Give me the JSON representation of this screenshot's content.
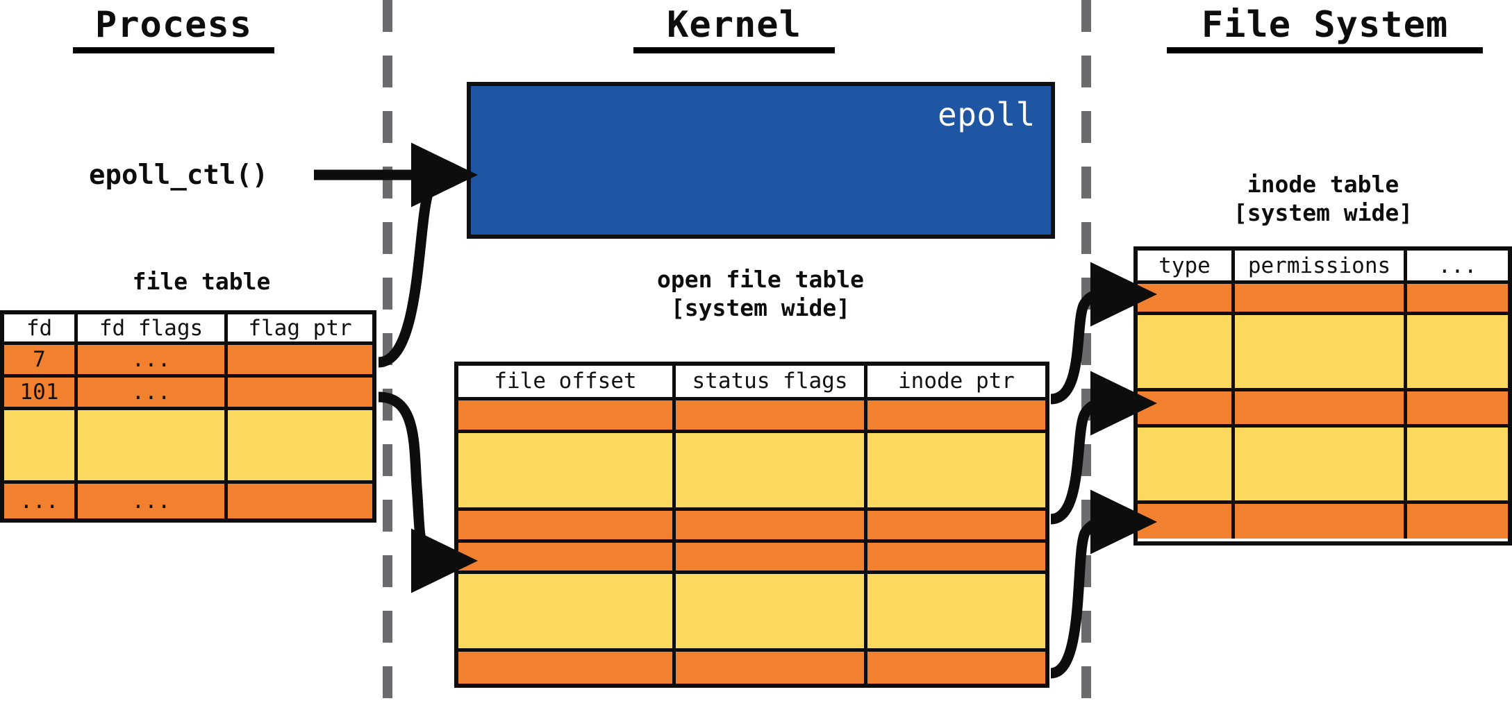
{
  "columns": {
    "process": {
      "title": "Process"
    },
    "kernel": {
      "title": "Kernel"
    },
    "filesystem": {
      "title": "File System"
    }
  },
  "syscall": {
    "label": "epoll_ctl()"
  },
  "epoll": {
    "label": "epoll",
    "color": "#1F56A4"
  },
  "captions": {
    "file_table": "file table",
    "open_file_table": "open file table\n[system wide]",
    "inode_table": "inode table\n[system wide]"
  },
  "colors": {
    "orange": "#F2812F",
    "yellow": "#FBD95F",
    "blue": "#1F56A4",
    "divider_gray": "#6B6B6D",
    "ink": "#0d0d0d"
  },
  "file_table": {
    "headers": [
      "fd",
      "fd flags",
      "flag ptr"
    ],
    "rows": [
      {
        "fill": "orange",
        "tall": false,
        "cells": [
          "7",
          "...",
          ""
        ]
      },
      {
        "fill": "orange",
        "tall": false,
        "cells": [
          "101",
          "...",
          ""
        ]
      },
      {
        "fill": "yellow",
        "tall": true,
        "cells": [
          "",
          "",
          ""
        ]
      },
      {
        "fill": "orange",
        "tall": false,
        "cells": [
          "...",
          "...",
          ""
        ]
      }
    ]
  },
  "open_file_table": {
    "headers": [
      "file offset",
      "status flags",
      "inode ptr"
    ],
    "rows": [
      {
        "fill": "orange",
        "tall": false,
        "cells": [
          "",
          "",
          ""
        ]
      },
      {
        "fill": "yellow",
        "tall": true,
        "cells": [
          "",
          "",
          ""
        ]
      },
      {
        "fill": "orange",
        "tall": false,
        "cells": [
          "",
          "",
          ""
        ]
      },
      {
        "fill": "orange",
        "tall": false,
        "cells": [
          "",
          "",
          ""
        ]
      },
      {
        "fill": "yellow",
        "tall": true,
        "cells": [
          "",
          "",
          ""
        ]
      },
      {
        "fill": "orange",
        "tall": false,
        "cells": [
          "",
          "",
          ""
        ]
      }
    ]
  },
  "inode_table": {
    "headers": [
      "type",
      "permissions",
      "..."
    ],
    "rows": [
      {
        "fill": "orange",
        "tall": false,
        "cells": [
          "",
          "",
          ""
        ]
      },
      {
        "fill": "yellow",
        "tall": true,
        "cells": [
          "",
          "",
          ""
        ]
      },
      {
        "fill": "orange",
        "tall": false,
        "cells": [
          "",
          "",
          ""
        ]
      },
      {
        "fill": "yellow",
        "tall": true,
        "cells": [
          "",
          "",
          ""
        ]
      },
      {
        "fill": "orange",
        "tall": false,
        "cells": [
          "",
          "",
          ""
        ]
      }
    ]
  }
}
